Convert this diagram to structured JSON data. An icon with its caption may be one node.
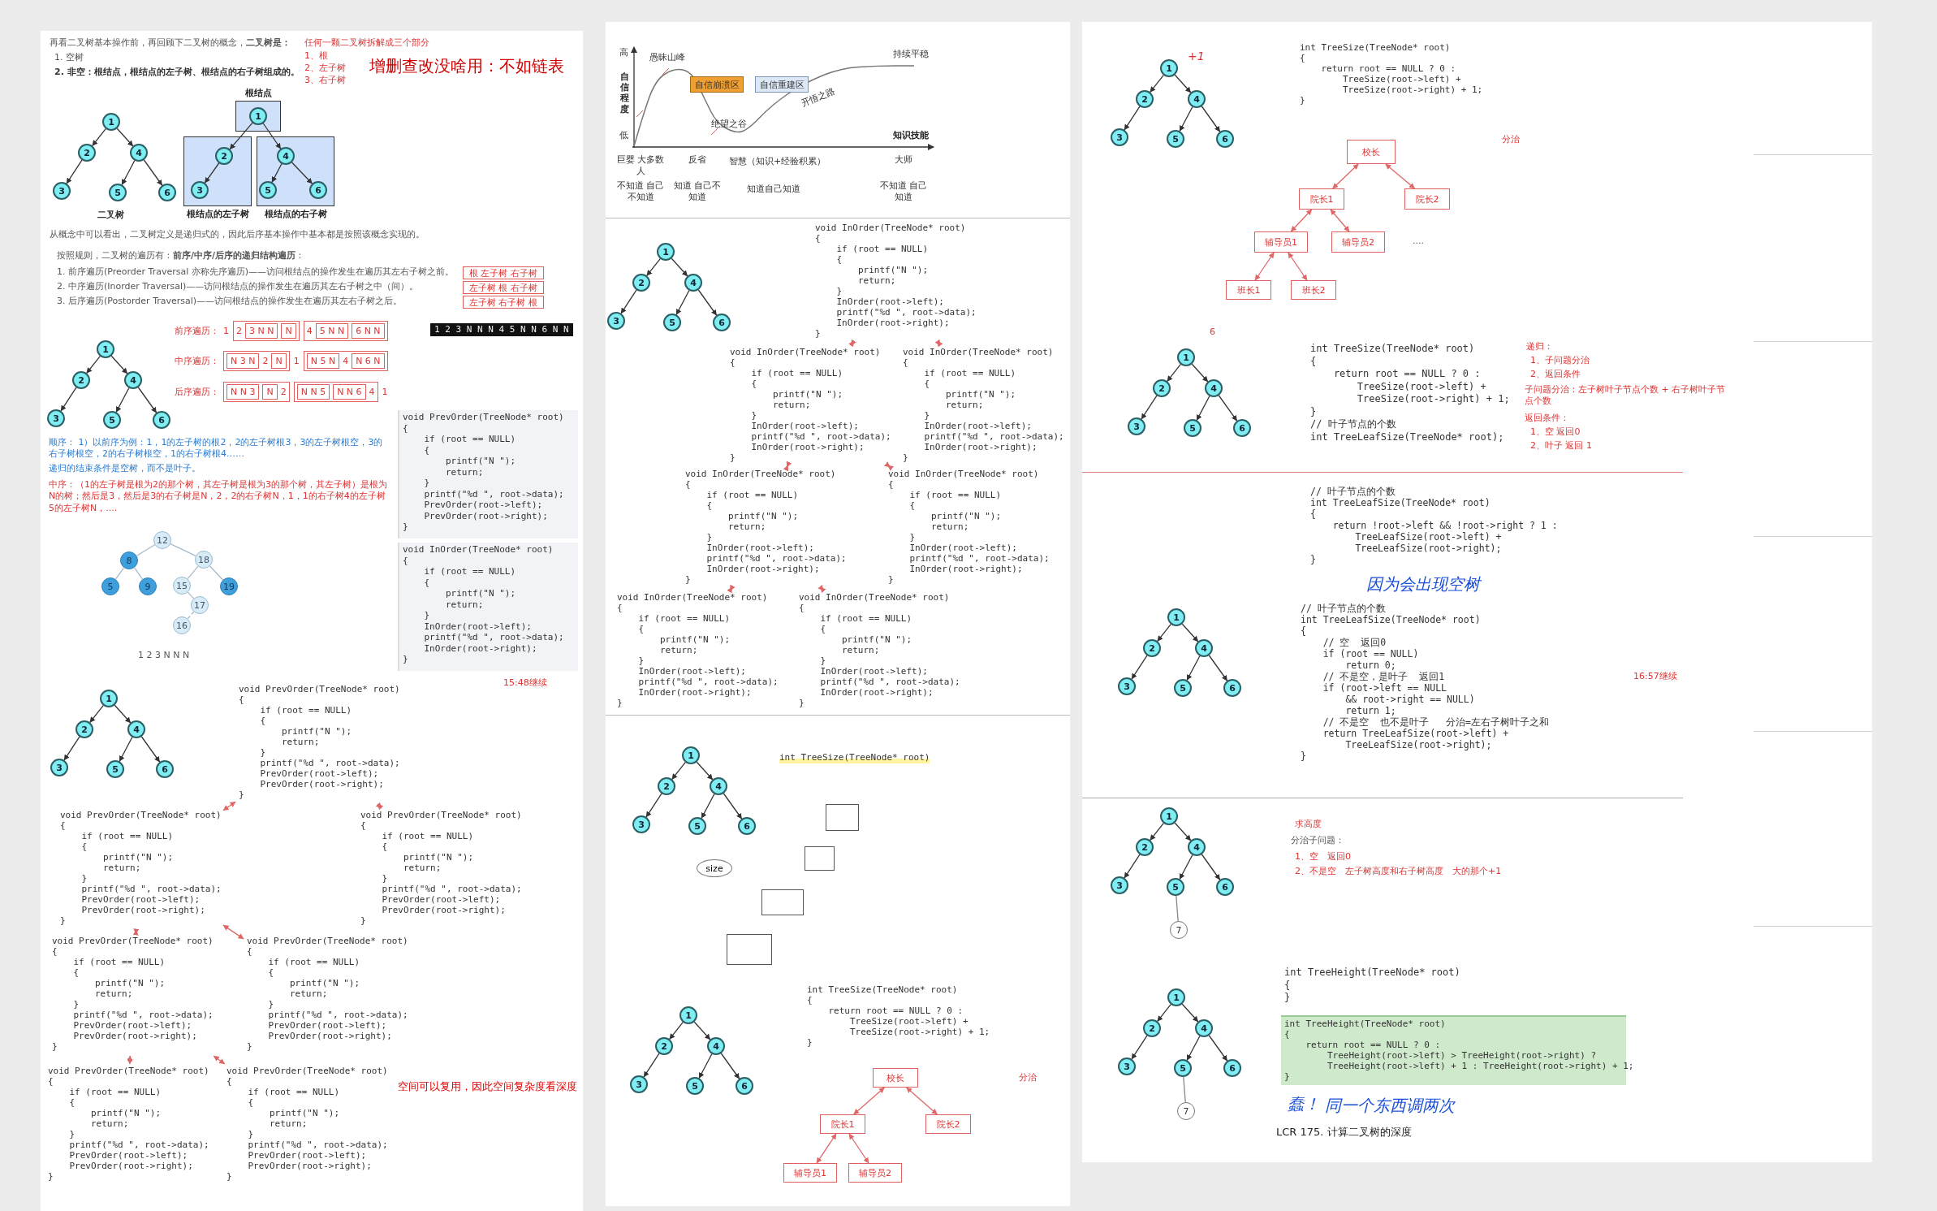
{
  "diagram": {
    "nodes": [
      {
        "text": [
          "1"
        ]
      },
      {
        "text": [
          "2"
        ]
      },
      {
        "text": [
          "4"
        ]
      },
      {
        "text": [
          "3"
        ]
      },
      {
        "text": [
          "5"
        ]
      },
      {
        "text": [
          "6"
        ]
      },
      {
        "text": [
          "根结点"
        ]
      },
      {
        "text": [
          "1"
        ],
        "in": 6
      },
      {
        "text": [
          "根结点的左子树"
        ]
      },
      {
        "text": [
          "2"
        ],
        "in": 8
      },
      {
        "text": [
          "3"
        ],
        "in": 8
      },
      {
        "text": [
          "根结点的右子树"
        ]
      },
      {
        "text": [
          "4"
        ],
        "in": 11
      },
      {
        "text": [
          "5"
        ],
        "in": 11
      },
      {
        "text": [
          "6"
        ],
        "in": 11
      },
      {
        "text": [
          "根 左子树 右子树"
        ]
      },
      {
        "text": [
          "左子树 根 右子树"
        ]
      },
      {
        "text": [
          "左子树 右子树 根"
        ]
      },
      {
        "text": [
          "1"
        ]
      },
      {
        "text": [
          "2"
        ]
      },
      {
        "text": [
          "4"
        ]
      },
      {
        "text": [
          "3"
        ]
      },
      {
        "text": [
          "5"
        ]
      },
      {
        "text": [
          "6"
        ]
      },
      {
        "text": [],
        "shape": "box"
      },
      {
        "text": [
          "3 N N"
        ],
        "in": 24
      },
      {
        "text": [
          "N"
        ],
        "in": 24
      },
      {
        "text": [],
        "shape": "box"
      },
      {
        "text": [
          "5 N N"
        ],
        "in": 27
      },
      {
        "text": [
          "6 N N"
        ],
        "in": 27
      },
      {
        "text": [],
        "shape": "box"
      },
      {
        "text": [
          "N 3 N"
        ],
        "in": 30
      },
      {
        "text": [
          "N"
        ],
        "in": 30
      },
      {
        "text": [],
        "shape": "box"
      },
      {
        "text": [
          "N 5 N"
        ],
        "in": 33
      },
      {
        "text": [
          "N 6 N"
        ],
        "in": 33
      },
      {
        "text": [],
        "shape": "box"
      },
      {
        "text": [
          "N N 3"
        ],
        "in": 36
      },
      {
        "text": [
          "N"
        ],
        "in": 36
      },
      {
        "text": [],
        "shape": "box"
      },
      {
        "text": [
          "N N 5"
        ],
        "in": 39
      },
      {
        "text": [
          "N N 6"
        ],
        "in": 39
      },
      {
        "text": [
          "12"
        ]
      },
      {
        "text": [
          "8"
        ]
      },
      {
        "text": [
          "18"
        ]
      },
      {
        "text": [
          "5"
        ]
      },
      {
        "text": [
          "9"
        ]
      },
      {
        "text": [
          "15"
        ]
      },
      {
        "text": [
          "19"
        ]
      },
      {
        "text": [
          "17"
        ]
      },
      {
        "text": [
          "16"
        ]
      },
      {
        "text": [
          "void PrevOrder(TreeNode* root)",
          "{",
          "    if (root == NULL)",
          "    {",
          "        printf(\"N \");",
          "        return;",
          "    }",
          "    printf(\"%d \", root->data);",
          "    PrevOrder(root->left);",
          "    PrevOrder(root->right);",
          "}"
        ]
      },
      {
        "text": [
          "void InOrder(TreeNode* root)",
          "{",
          "    if (root == NULL)",
          "    {",
          "        printf(\"N \");",
          "        return;",
          "    }",
          "    InOrder(root->left);",
          "    printf(\"%d \", root->data);",
          "    InOrder(root->right);",
          "}"
        ]
      },
      {
        "text": [
          "1"
        ]
      },
      {
        "text": [
          "2"
        ]
      },
      {
        "text": [
          "4"
        ]
      },
      {
        "text": [
          "3"
        ]
      },
      {
        "text": [
          "5"
        ]
      },
      {
        "text": [
          "6"
        ]
      },
      {
        "text": [
          "void PrevOrder(TreeNode* root)",
          "{",
          "    if (root == NULL)",
          "    {",
          "        printf(\"N \");",
          "        return;",
          "    }",
          "    printf(\"%d \", root->data);",
          "    PrevOrder(root->left);",
          "    PrevOrder(root->right);",
          "}"
        ]
      },
      {
        "text": [
          "void PrevOrder(TreeNode* root)",
          "{",
          "    if (root == NULL)",
          "    {",
          "        printf(\"N \");",
          "        return;",
          "    }",
          "    printf(\"%d \", root->data);",
          "    PrevOrder(root->left);",
          "    PrevOrder(root->right);",
          "}"
        ]
      },
      {
        "text": [
          "void PrevOrder(TreeNode* root)",
          "{",
          "    if (root == NULL)",
          "    {",
          "        printf(\"N \");",
          "        return;",
          "    }",
          "    printf(\"%d \", root->data);",
          "    PrevOrder(root->left);",
          "    PrevOrder(root->right);",
          "}"
        ]
      },
      {
        "text": [
          "void PrevOrder(TreeNode* root)",
          "{",
          "    if (root == NULL)",
          "    {",
          "        printf(\"N \");",
          "        return;",
          "    }",
          "    printf(\"%d \", root->data);",
          "    PrevOrder(root->left);",
          "    PrevOrder(root->right);",
          "}"
        ]
      },
      {
        "text": [
          "void PrevOrder(TreeNode* root)",
          "{",
          "    if (root == NULL)",
          "    {",
          "        printf(\"N \");",
          "        return;",
          "    }",
          "    printf(\"%d \", root->data);",
          "    PrevOrder(root->left);",
          "    PrevOrder(root->right);",
          "}"
        ]
      },
      {
        "text": [
          "void PrevOrder(TreeNode* root)",
          "{",
          "    if (root == NULL)",
          "    {",
          "        printf(\"N \");",
          "        return;",
          "    }",
          "    printf(\"%d \", root->data);",
          "    PrevOrder(root->left);",
          "    PrevOrder(root->right);",
          "}"
        ]
      },
      {
        "text": [
          "void PrevOrder(TreeNode* root)",
          "{",
          "    if (root == NULL)",
          "    {",
          "        printf(\"N \");",
          "        return;",
          "    }",
          "    printf(\"%d \", root->data);",
          "    PrevOrder(root->left);",
          "    PrevOrder(root->right);",
          "}"
        ]
      },
      {
        "text": [
          "自信崩溃区"
        ]
      },
      {
        "text": [
          "自信重建区"
        ]
      },
      {
        "text": [
          "1"
        ]
      },
      {
        "text": [
          "2"
        ]
      },
      {
        "text": [
          "4"
        ]
      },
      {
        "text": [
          "3"
        ]
      },
      {
        "text": [
          "5"
        ]
      },
      {
        "text": [
          "6"
        ]
      },
      {
        "text": [
          "void InOrder(TreeNode* root)",
          "{",
          "    if (root == NULL)",
          "    {",
          "        printf(\"N \");",
          "        return;",
          "    }",
          "    InOrder(root->left);",
          "    printf(\"%d \", root->data);",
          "    InOrder(root->right);",
          "}"
        ]
      },
      {
        "text": [
          "void InOrder(TreeNode* root)",
          "{",
          "    if (root == NULL)",
          "    {",
          "        printf(\"N \");",
          "        return;",
          "    }",
          "    InOrder(root->left);",
          "    printf(\"%d \", root->data);",
          "    InOrder(root->right);",
          "}"
        ]
      },
      {
        "text": [
          "void InOrder(TreeNode* root)",
          "{",
          "    if (root == NULL)",
          "    {",
          "        printf(\"N \");",
          "        return;",
          "    }",
          "    InOrder(root->left);",
          "    printf(\"%d \", root->data);",
          "    InOrder(root->right);",
          "}"
        ]
      },
      {
        "text": [
          "void InOrder(TreeNode* root)",
          "{",
          "    if (root == NULL)",
          "    {",
          "        printf(\"N \");",
          "        return;",
          "    }",
          "    InOrder(root->left);",
          "    printf(\"%d \", root->data);",
          "    InOrder(root->right);",
          "}"
        ]
      },
      {
        "text": [
          "void InOrder(TreeNode* root)",
          "{",
          "    if (root == NULL)",
          "    {",
          "        printf(\"N \");",
          "        return;",
          "    }",
          "    InOrder(root->left);",
          "    printf(\"%d \", root->data);",
          "    InOrder(root->right);",
          "}"
        ]
      },
      {
        "text": [
          "void InOrder(TreeNode* root)",
          "{",
          "    if (root == NULL)",
          "    {",
          "        printf(\"N \");",
          "        return;",
          "    }",
          "    InOrder(root->left);",
          "    printf(\"%d \", root->data);",
          "    InOrder(root->right);",
          "}"
        ]
      },
      {
        "text": [
          "void InOrder(TreeNode* root)",
          "{",
          "    if (root == NULL)",
          "    {",
          "        printf(\"N \");",
          "        return;",
          "    }",
          "    InOrder(root->left);",
          "    printf(\"%d \", root->data);",
          "    InOrder(root->right);",
          "}"
        ]
      },
      {
        "text": [
          "1"
        ]
      },
      {
        "text": [
          "2"
        ]
      },
      {
        "text": [
          "4"
        ]
      },
      {
        "text": [
          "3"
        ]
      },
      {
        "text": [
          "5"
        ]
      },
      {
        "text": [
          "6"
        ]
      },
      {
        "text": [
          "size"
        ]
      },
      {
        "text": [],
        "shape": "box"
      },
      {
        "text": [],
        "shape": "box"
      },
      {
        "text": [],
        "shape": "box"
      },
      {
        "text": [],
        "shape": "box"
      },
      {
        "text": [
          "1"
        ]
      },
      {
        "text": [
          "2"
        ]
      },
      {
        "text": [
          "4"
        ]
      },
      {
        "text": [
          "3"
        ]
      },
      {
        "text": [
          "5"
        ]
      },
      {
        "text": [
          "6"
        ]
      },
      {
        "text": [
          "int TreeSize(TreeNode* root)",
          "{",
          "    return root == NULL ? 0 :",
          "        TreeSize(root->left) +",
          "        TreeSize(root->right) + 1;",
          "}"
        ]
      },
      {
        "text": [
          "校长"
        ]
      },
      {
        "text": [
          "院长1"
        ]
      },
      {
        "text": [
          "院长2"
        ]
      },
      {
        "text": [
          "辅导员1"
        ]
      },
      {
        "text": [
          "辅导员2"
        ]
      },
      {
        "text": [
          "1"
        ]
      },
      {
        "text": [
          "2"
        ]
      },
      {
        "text": [
          "4"
        ]
      },
      {
        "text": [
          "3"
        ]
      },
      {
        "text": [
          "5"
        ]
      },
      {
        "text": [
          "6"
        ]
      },
      {
        "text": [
          "int TreeSize(TreeNode* root)",
          "{",
          "    return root == NULL ? 0 :",
          "        TreeSize(root->left) +",
          "        TreeSize(root->right) + 1;",
          "}"
        ]
      },
      {
        "text": [
          "校长"
        ]
      },
      {
        "text": [
          "院长1"
        ]
      },
      {
        "text": [
          "院长2"
        ]
      },
      {
        "text": [
          "辅导员1"
        ]
      },
      {
        "text": [
          "辅导员2"
        ]
      },
      {
        "text": [
          "班长1"
        ]
      },
      {
        "text": [
          "班长2"
        ]
      },
      {
        "text": [
          "1"
        ]
      },
      {
        "text": [
          "2"
        ]
      },
      {
        "text": [
          "4"
        ]
      },
      {
        "text": [
          "3"
        ]
      },
      {
        "text": [
          "5"
        ]
      },
      {
        "text": [
          "6"
        ]
      },
      {
        "text": [
          "int TreeSize(TreeNode* root)",
          "{",
          "    return root == NULL ? 0 :",
          "        TreeSize(root->left) +",
          "        TreeSize(root->right) + 1;",
          "}",
          "// 叶子节点的个数",
          "int TreeLeafSize(TreeNode* root);"
        ]
      },
      {
        "text": [
          "// 叶子节点的个数",
          "int TreeLeafSize(TreeNode* root)",
          "{",
          "    return !root->left && !root->right ? 1 :",
          "        TreeLeafSize(root->left) +",
          "        TreeLeafSize(root->right);",
          "}"
        ]
      },
      {
        "text": [
          "// 叶子节点的个数",
          "int TreeLeafSize(TreeNode* root)",
          "{",
          "    // 空  返回0",
          "    if (root == NULL)",
          "        return 0;",
          "    // 不是空，是叶子  返回1",
          "    if (root->left == NULL",
          "        && root->right == NULL)",
          "        return 1;",
          "    // 不是空  也不是叶子   分治=左右子树叶子之和",
          "    return TreeLeafSize(root->left) +",
          "        TreeLeafSize(root->right);",
          "}"
        ]
      },
      {
        "text": [
          "1"
        ]
      },
      {
        "text": [
          "2"
        ]
      },
      {
        "text": [
          "4"
        ]
      },
      {
        "text": [
          "3"
        ]
      },
      {
        "text": [
          "5"
        ]
      },
      {
        "text": [
          "6"
        ]
      },
      {
        "text": [
          "1"
        ]
      },
      {
        "text": [
          "2"
        ]
      },
      {
        "text": [
          "4"
        ]
      },
      {
        "text": [
          "3"
        ]
      },
      {
        "text": [
          "5"
        ]
      },
      {
        "text": [
          "6"
        ]
      },
      {
        "text": [
          "7"
        ]
      },
      {
        "text": [
          "1"
        ]
      },
      {
        "text": [
          "2"
        ]
      },
      {
        "text": [
          "4"
        ]
      },
      {
        "text": [
          "3"
        ]
      },
      {
        "text": [
          "5"
        ]
      },
      {
        "text": [
          "6"
        ]
      },
      {
        "text": [
          "7"
        ]
      },
      {
        "text": [
          "int TreeHeight(TreeNode* root)",
          "{",
          "}"
        ]
      },
      {
        "text": [
          "int TreeHeight(TreeNode* root)",
          "{",
          "    return root == NULL ? 0 :",
          "        TreeHeight(root->left) > TreeHeight(root->right) ?",
          "        TreeHeight(root->left) + 1 : TreeHeight(root->right) + 1;",
          "}"
        ]
      }
    ],
    "edges": [
      {
        "from": 0,
        "to": 1,
        "arrow": "to"
      },
      {
        "from": 0,
        "to": 2,
        "arrow": "to"
      },
      {
        "from": 1,
        "to": 3,
        "arrow": "to"
      },
      {
        "from": 2,
        "to": 4,
        "arrow": "to"
      },
      {
        "from": 2,
        "to": 5,
        "arrow": "to"
      },
      {
        "from": 7,
        "to": 9,
        "arrow": "to"
      },
      {
        "from": 7,
        "to": 12,
        "arrow": "to"
      },
      {
        "from": 9,
        "to": 10,
        "arrow": "to"
      },
      {
        "from": 12,
        "to": 13,
        "arrow": "to"
      },
      {
        "from": 12,
        "to": 14,
        "arrow": "to"
      },
      {
        "from": 18,
        "to": 19,
        "arrow": "to"
      },
      {
        "from": 18,
        "to": 20,
        "arrow": "to"
      },
      {
        "from": 19,
        "to": 21,
        "arrow": "to"
      },
      {
        "from": 20,
        "to": 22,
        "arrow": "to"
      },
      {
        "from": 20,
        "to": 23,
        "arrow": "to"
      },
      {
        "from": 42,
        "to": 43,
        "arrow": "none",
        "color": "#a9b9c6"
      },
      {
        "from": 42,
        "to": 44,
        "arrow": "none",
        "color": "#a9b9c6"
      },
      {
        "from": 43,
        "to": 45,
        "arrow": "none",
        "color": "#a9b9c6"
      },
      {
        "from": 43,
        "to": 46,
        "arrow": "none",
        "color": "#a9b9c6"
      },
      {
        "from": 44,
        "to": 47,
        "arrow": "none",
        "color": "#a9b9c6"
      },
      {
        "from": 44,
        "to": 48,
        "arrow": "none",
        "color": "#a9b9c6"
      },
      {
        "from": 47,
        "to": 49,
        "arrow": "none",
        "color": "#a9b9c6"
      },
      {
        "from": 49,
        "to": 50,
        "arrow": "none",
        "style": "dashed",
        "color": "#a9b9c6"
      },
      {
        "from": 53,
        "to": 54,
        "arrow": "to"
      },
      {
        "from": 53,
        "to": 55,
        "arrow": "to"
      },
      {
        "from": 54,
        "to": 56,
        "arrow": "to"
      },
      {
        "from": 55,
        "to": 57,
        "arrow": "to"
      },
      {
        "from": 55,
        "to": 58,
        "arrow": "to"
      },
      {
        "from": 59,
        "to": 60,
        "arrow": "both",
        "color": "#e06666"
      },
      {
        "from": 59,
        "to": 61,
        "arrow": "both",
        "color": "#e06666"
      },
      {
        "from": 60,
        "to": 62,
        "arrow": "both",
        "color": "#e06666"
      },
      {
        "from": 60,
        "to": 63,
        "arrow": "both",
        "color": "#e06666"
      },
      {
        "from": 62,
        "to": 64,
        "arrow": "both",
        "color": "#e06666"
      },
      {
        "from": 62,
        "to": 65,
        "arrow": "both",
        "color": "#e06666"
      },
      {
        "from": 68,
        "to": 69,
        "arrow": "to"
      },
      {
        "from": 68,
        "to": 70,
        "arrow": "to"
      },
      {
        "from": 69,
        "to": 71,
        "arrow": "to"
      },
      {
        "from": 70,
        "to": 72,
        "arrow": "to"
      },
      {
        "from": 70,
        "to": 73,
        "arrow": "to"
      },
      {
        "from": 74,
        "to": 75,
        "arrow": "both",
        "color": "#e06666"
      },
      {
        "from": 74,
        "to": 76,
        "arrow": "both",
        "color": "#e06666"
      },
      {
        "from": 75,
        "to": 77,
        "arrow": "both",
        "color": "#e06666"
      },
      {
        "from": 75,
        "to": 78,
        "arrow": "both",
        "color": "#e06666"
      },
      {
        "from": 77,
        "to": 79,
        "arrow": "both",
        "color": "#e06666"
      },
      {
        "from": 77,
        "to": 80,
        "arrow": "both",
        "color": "#e06666"
      },
      {
        "from": 81,
        "to": 82,
        "arrow": "to"
      },
      {
        "from": 81,
        "to": 83,
        "arrow": "to"
      },
      {
        "from": 82,
        "to": 84,
        "arrow": "to"
      },
      {
        "from": 83,
        "to": 85,
        "arrow": "to"
      },
      {
        "from": 83,
        "to": 86,
        "arrow": "to"
      },
      {
        "from": 92,
        "to": 93,
        "arrow": "to"
      },
      {
        "from": 92,
        "to": 94,
        "arrow": "to"
      },
      {
        "from": 93,
        "to": 95,
        "arrow": "to"
      },
      {
        "from": 94,
        "to": 96,
        "arrow": "to"
      },
      {
        "from": 94,
        "to": 97,
        "arrow": "to"
      },
      {
        "from": 99,
        "to": 100,
        "arrow": "both",
        "color": "#e06666"
      },
      {
        "from": 99,
        "to": 101,
        "arrow": "both",
        "color": "#e06666"
      },
      {
        "from": 100,
        "to": 102,
        "arrow": "both",
        "color": "#e06666"
      },
      {
        "from": 100,
        "to": 103,
        "arrow": "both",
        "color": "#e06666"
      },
      {
        "from": 104,
        "to": 105,
        "arrow": "to"
      },
      {
        "from": 104,
        "to": 106,
        "arrow": "to"
      },
      {
        "from": 105,
        "to": 107,
        "arrow": "to"
      },
      {
        "from": 106,
        "to": 108,
        "arrow": "to"
      },
      {
        "from": 106,
        "to": 109,
        "arrow": "to"
      },
      {
        "from": 111,
        "to": 112,
        "arrow": "both",
        "color": "#e06666"
      },
      {
        "from": 111,
        "to": 113,
        "arrow": "both",
        "color": "#e06666"
      },
      {
        "from": 112,
        "to": 114,
        "arrow": "both",
        "color": "#e06666"
      },
      {
        "from": 112,
        "to": 115,
        "arrow": "both",
        "color": "#e06666"
      },
      {
        "from": 114,
        "to": 116,
        "arrow": "both",
        "color": "#e06666"
      },
      {
        "from": 114,
        "to": 117,
        "arrow": "both",
        "color": "#e06666"
      },
      {
        "from": 118,
        "to": 119,
        "arrow": "to"
      },
      {
        "from": 118,
        "to": 120,
        "arrow": "to"
      },
      {
        "from": 119,
        "to": 121,
        "arrow": "to"
      },
      {
        "from": 120,
        "to": 122,
        "arrow": "to"
      },
      {
        "from": 120,
        "to": 123,
        "arrow": "to"
      },
      {
        "from": 127,
        "to": 128,
        "arrow": "to"
      },
      {
        "from": 127,
        "to": 129,
        "arrow": "to"
      },
      {
        "from": 128,
        "to": 130,
        "arrow": "to"
      },
      {
        "from": 129,
        "to": 131,
        "arrow": "to"
      },
      {
        "from": 129,
        "to": 132,
        "arrow": "to"
      },
      {
        "from": 133,
        "to": 134,
        "arrow": "to"
      },
      {
        "from": 133,
        "to": 135,
        "arrow": "to"
      },
      {
        "from": 134,
        "to": 136,
        "arrow": "to"
      },
      {
        "from": 135,
        "to": 137,
        "arrow": "to"
      },
      {
        "from": 135,
        "to": 138,
        "arrow": "to"
      },
      {
        "from": 137,
        "to": 139,
        "arrow": "none",
        "color": "#888888"
      },
      {
        "from": 140,
        "to": 141,
        "arrow": "to"
      },
      {
        "from": 140,
        "to": 142,
        "arrow": "to"
      },
      {
        "from": 141,
        "to": 143,
        "arrow": "to"
      },
      {
        "from": 142,
        "to": 144,
        "arrow": "to"
      },
      {
        "from": 142,
        "to": 145,
        "arrow": "to"
      },
      {
        "from": 144,
        "to": 146,
        "arrow": "none",
        "color": "#888888"
      }
    ],
    "labels": [
      "再看二叉树基本操作前，再回顾下二叉树的概念，**二叉树是：**",
      "1. 空树",
      "2. 非空：根结点，根结点的左子树、根结点的右子树组成的。",
      "任何一颗二叉树拆解成三个部分",
      "1、根",
      "2、左子树",
      "3、右子树",
      "增删查改没啥用：不如链表",
      "二叉树",
      "从概念中可以看出，二叉树定义是递归式的，因此后序基本操作中基本都是按照该概念实现的。",
      "按照规则，二叉树的遍历有：**前序/中序/后序的递归结构遍历**：",
      "1. 前序遍历(Preorder Traversal 亦称先序遍历)——访问根结点的操作发生在遍历其左右子树之前。",
      "2. 中序遍历(Inorder Traversal)——访问根结点的操作发生在遍历其左右子树之中（间）。",
      "3. 后序遍历(Postorder Traversal)——访问根结点的操作发生在遍历其左右子树之后。",
      "前序遍历：",
      "1",
      "2",
      "4",
      "中序遍历：",
      "2",
      "1",
      "4",
      "后序遍历：",
      "2",
      "4",
      "1",
      "1 2 3 N N N 4 5 N N 6 N N",
      "顺序： 1）以前序为例：1，1的左子树的根2，2的左子树根3，3的左子树根空，3的右子树根空，2的右子树根空，1的右子树根4……",
      "递归的结束条件是空树，而不是叶子。",
      "中序：（1的左子树是根为2的那个树，其左子树是根为3的那个树，其左子树）是根为N的树；然后是3，然后是3的右子树是N，2，2的右子树N，1，1的右子树4的左子树5的左子树N，....",
      "1 2 3 N N N",
      "15:48继续",
      "空间可以复用，因此空间复杂度看深度",
      "高",
      "自信程度",
      "低",
      "愚昧山峰",
      "绝望之谷",
      "开悟之路",
      "持续平稳",
      "知识技能",
      "巨婴 大多数人",
      "反省",
      "智慧（知识+经验积累）",
      "大师",
      "不知道 自己不知道",
      "知道 自己不知道",
      "知道自己知道",
      "不知道 自己知道",
      "int TreeSize(TreeNode* root)",
      "分治",
      "+1",
      "分治",
      "....",
      "6",
      "递归：",
      "1、子问题分治",
      "2、返回条件",
      "子问题分治：左子树叶子节点个数 + 右子树叶子节点个数",
      "返回条件：",
      "1、空 返回0",
      "2、叶子 返回 1",
      "因为会出现空树",
      "16:57继续",
      "求高度",
      "分治子问题：",
      "1、空　返回0",
      "2、不是空　左子树高度和右子树高度　大的那个+1",
      "蠢！",
      "同一个东西调两次",
      "LCR 175. 计算二叉树的深度"
    ]
  }
}
